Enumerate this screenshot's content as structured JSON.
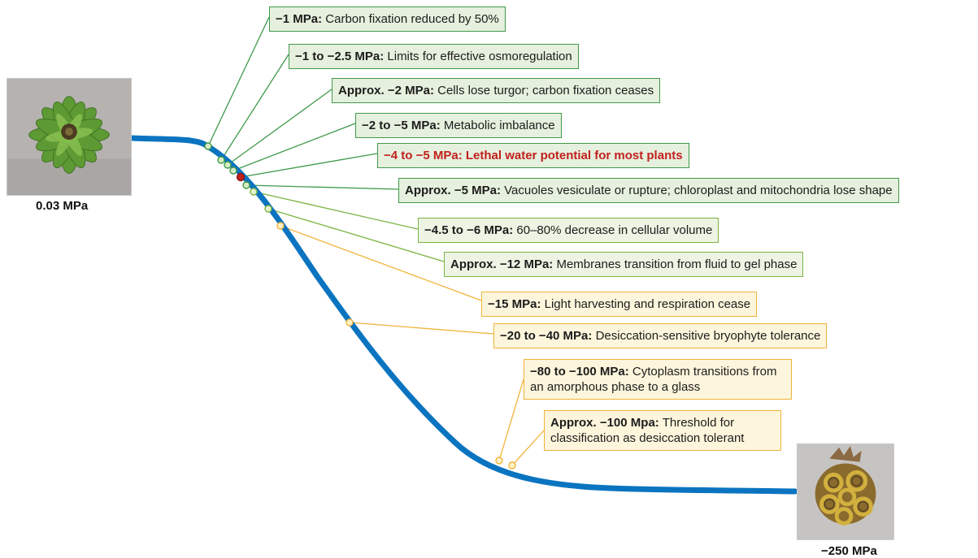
{
  "captions": {
    "start": "0.03 MPa",
    "end": "−250 MPa"
  },
  "photos": {
    "start": "green-rosette-plant-photo",
    "end": "dried-curled-plant-photo"
  },
  "colors": {
    "curve": "#0a74c0",
    "dark_green": "#3f9a4a",
    "light_green": "#7cb342",
    "orange": "#f0b43a",
    "lethal_red": "#c0211d"
  },
  "labels": [
    {
      "id": "carbon-fixation-reduced",
      "value": "−1 MPa:",
      "text": "Carbon fixation reduced by 50%",
      "group": "dark-green"
    },
    {
      "id": "osmoregulation-limits",
      "value": "−1 to −2.5 MPa:",
      "text": "Limits for effective osmoregulation",
      "group": "dark-green"
    },
    {
      "id": "cells-lose-turgor",
      "value": "Approx. −2 MPa:",
      "text": "Cells lose turgor; carbon fixation ceases",
      "group": "dark-green"
    },
    {
      "id": "metabolic-imbalance",
      "value": "−2 to −5 MPa:",
      "text": "Metabolic imbalance",
      "group": "dark-green"
    },
    {
      "id": "lethal-water-potential",
      "value": "−4 to −5 MPa:",
      "text": "Lethal water potential for most plants",
      "group": "lethal"
    },
    {
      "id": "vacuoles-vesiculate",
      "value": "Approx. −5 MPa:",
      "text": "Vacuoles vesiculate or rupture; chloroplast and mitochondria lose shape",
      "group": "dark-green"
    },
    {
      "id": "cellular-volume-decrease",
      "value": "−4.5 to −6 MPa:",
      "text": "60–80% decrease in cellular volume",
      "group": "light-green"
    },
    {
      "id": "membranes-gel-phase",
      "value": "Approx. −12 MPa:",
      "text": "Membranes transition from fluid to gel phase",
      "group": "light-green"
    },
    {
      "id": "light-harvesting-cease",
      "value": "−15 MPa:",
      "text": "Light harvesting and respiration cease",
      "group": "orange"
    },
    {
      "id": "bryophyte-tolerance",
      "value": "−20 to −40 MPa:",
      "text": "Desiccation-sensitive bryophyte tolerance",
      "group": "orange"
    },
    {
      "id": "cytoplasm-glass",
      "value": "−80 to −100 MPa:",
      "text": "Cytoplasm transitions from an amorphous phase to a glass",
      "group": "orange"
    },
    {
      "id": "desiccation-tolerant-threshold",
      "value": "Approx. −100 Mpa:",
      "text": "Threshold for classification as desiccation tolerant",
      "group": "orange"
    }
  ]
}
